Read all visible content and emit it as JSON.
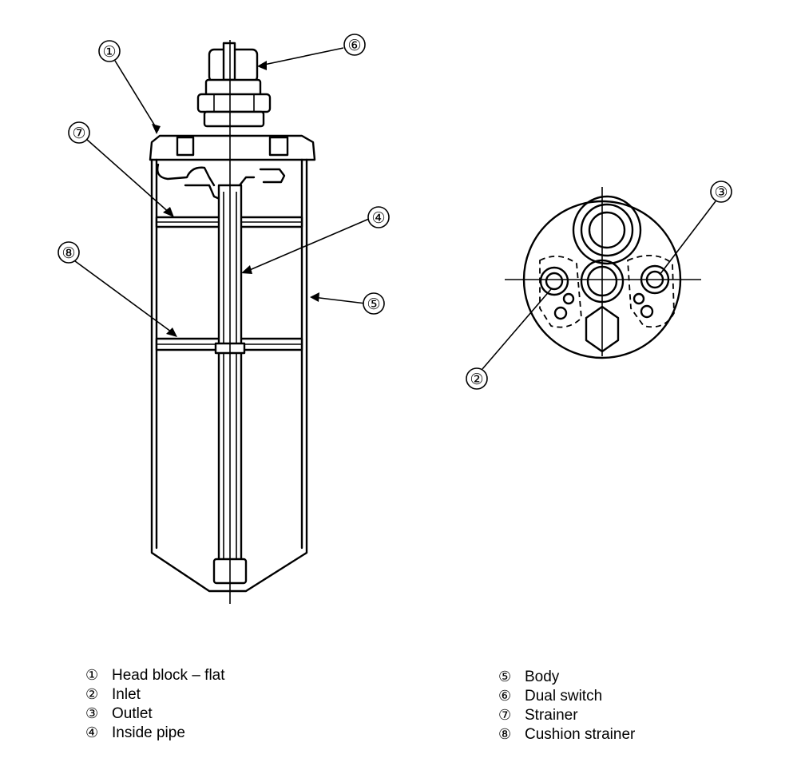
{
  "callouts": {
    "c1": "①",
    "c2": "②",
    "c3": "③",
    "c4": "④",
    "c5": "⑤",
    "c6": "⑥",
    "c7": "⑦",
    "c8": "⑧"
  },
  "legend": {
    "left": [
      {
        "num": "①",
        "label": "Head block – flat"
      },
      {
        "num": "②",
        "label": "Inlet"
      },
      {
        "num": "③",
        "label": "Outlet"
      },
      {
        "num": "④",
        "label": "Inside pipe"
      }
    ],
    "right": [
      {
        "num": "⑤",
        "label": "Body"
      },
      {
        "num": "⑥",
        "label": "Dual switch"
      },
      {
        "num": "⑦",
        "label": "Strainer"
      },
      {
        "num": "⑧",
        "label": "Cushion strainer"
      }
    ]
  }
}
